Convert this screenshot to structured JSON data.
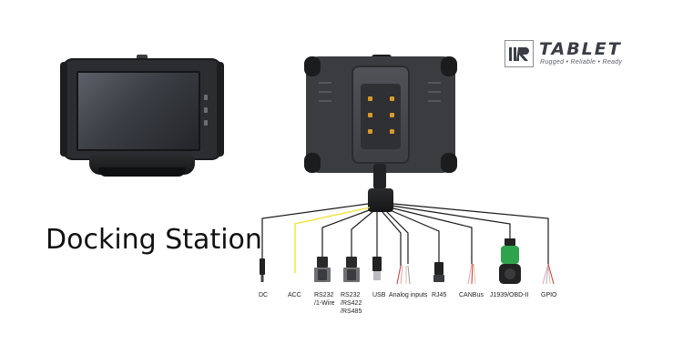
{
  "brand": {
    "logo_title": "TABLET",
    "logo_tagline": "Rugged • Reliable • Ready",
    "logo_mark": "IIR-logo-mark"
  },
  "page": {
    "title": "Docking Station"
  },
  "connectors": [
    {
      "label": "DC",
      "icon": "dc-plug-icon"
    },
    {
      "label": "ACC",
      "icon": "acc-wire-icon"
    },
    {
      "label": "RS232\n/1-Wire",
      "icon": "db9-connector-icon"
    },
    {
      "label": "RS232\n/RS422\n/RS485",
      "icon": "db9-connector-icon"
    },
    {
      "label": "USB",
      "icon": "usb-connector-icon"
    },
    {
      "label": "Analog inputs",
      "icon": "wire-bundle-icon"
    },
    {
      "label": "RJ45",
      "icon": "rj45-connector-icon"
    },
    {
      "label": "CANBus",
      "icon": "wire-bundle-icon"
    },
    {
      "label": "J1939/OBD-II",
      "icon": "obd-connector-icon"
    },
    {
      "label": "GPIO",
      "icon": "wire-bundle-icon"
    }
  ],
  "colors": {
    "acc_wire": "#f2e43a",
    "obd_green": "#2ea24c",
    "dock_pins": "#d99a2b"
  }
}
